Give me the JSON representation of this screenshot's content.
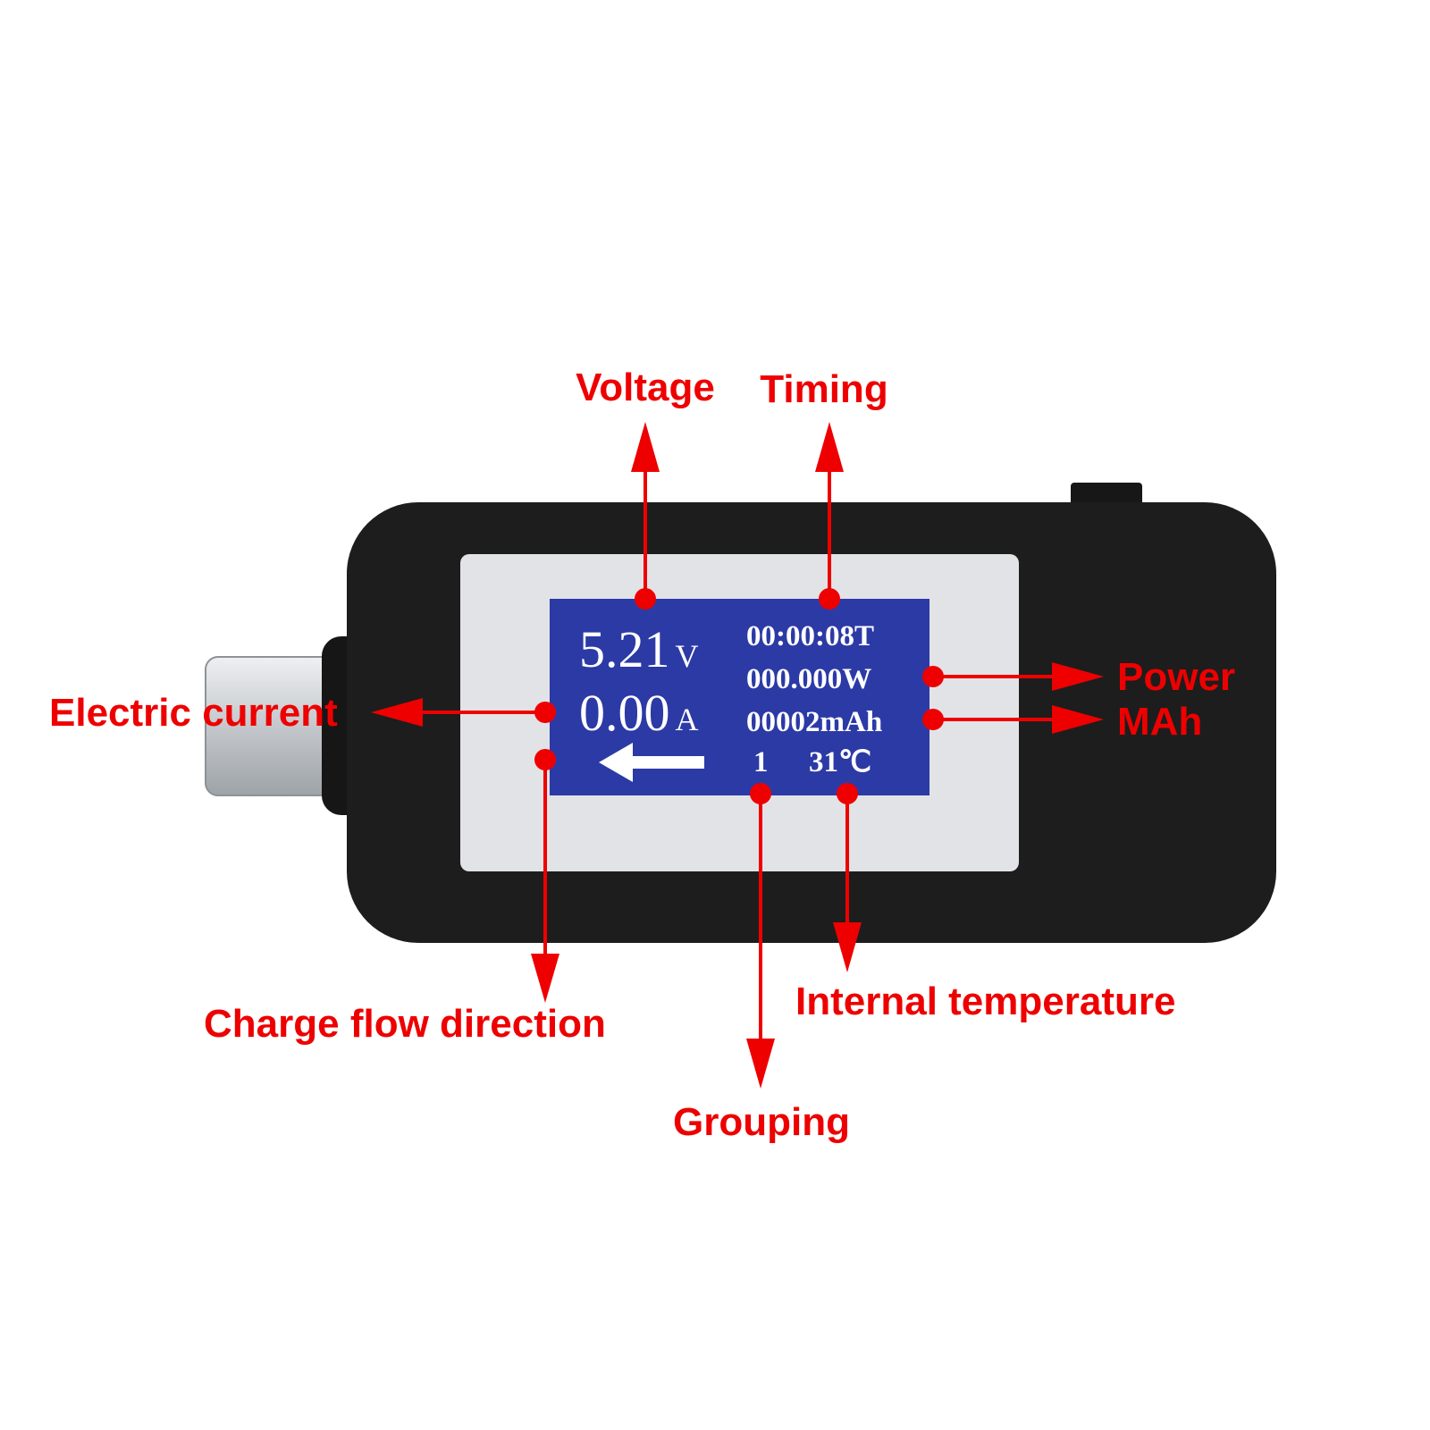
{
  "colors": {
    "accent": "#ee0000",
    "body": "#1d1d1d",
    "bezel": "#e2e3e6",
    "screen": "#2c3aa6",
    "lcd_text": "#ffffff",
    "connector": "#cfd2d6"
  },
  "screen": {
    "voltage_value": "5.21",
    "voltage_unit": "V",
    "current_value": "0.00",
    "current_unit": "A",
    "timer": "00:00:08T",
    "power": "000.000W",
    "capacity": "00002mAh",
    "group": "1",
    "temperature": "31℃",
    "direction_icon": "arrow-left-icon"
  },
  "labels": {
    "voltage": "Voltage",
    "timing": "Timing",
    "power": "Power",
    "mah": "MAh",
    "electric_current": "Electric current",
    "charge_flow_direction": "Charge flow direction",
    "grouping": "Grouping",
    "internal_temperature": "Internal temperature"
  }
}
